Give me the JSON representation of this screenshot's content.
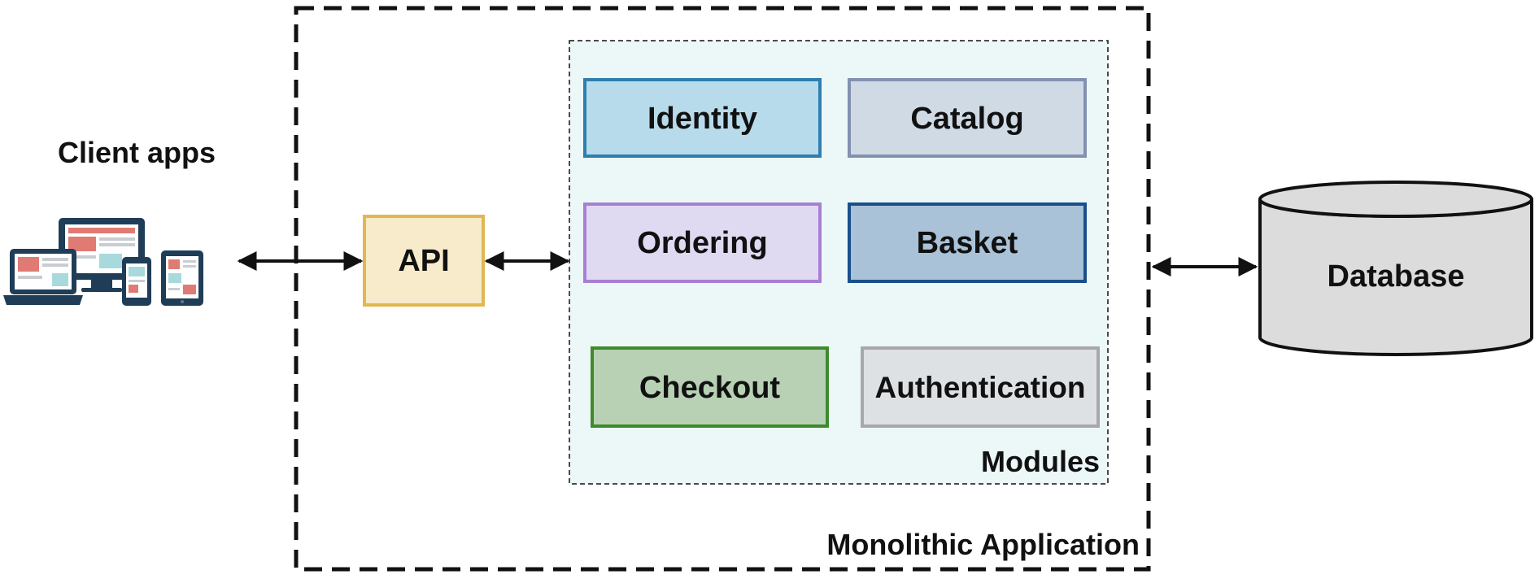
{
  "client_apps": {
    "label": "Client apps"
  },
  "monolith": {
    "label": "Monolithic Application"
  },
  "api": {
    "label": "API",
    "fill": "#f7ebcb",
    "stroke": "#e0b84f"
  },
  "modules": {
    "label": "Modules",
    "items": [
      {
        "label": "Identity",
        "fill": "#b7dbea",
        "stroke": "#2f7fae"
      },
      {
        "label": "Catalog",
        "fill": "#cfdae5",
        "stroke": "#8391b1"
      },
      {
        "label": "Ordering",
        "fill": "#e0d9f2",
        "stroke": "#a77fd4"
      },
      {
        "label": "Basket",
        "fill": "#a9c2d7",
        "stroke": "#1a4f8a"
      },
      {
        "label": "Checkout",
        "fill": "#b8d1b5",
        "stroke": "#3e8a2c"
      },
      {
        "label": "Authentication",
        "fill": "#dee1e3",
        "stroke": "#a8a8a8"
      }
    ]
  },
  "database": {
    "label": "Database",
    "fill": "#dcdcdc",
    "stroke": "#111111"
  },
  "colors": {
    "modules_bg": "#ecf7f8",
    "arrow": "#111111",
    "border": "#111111"
  }
}
